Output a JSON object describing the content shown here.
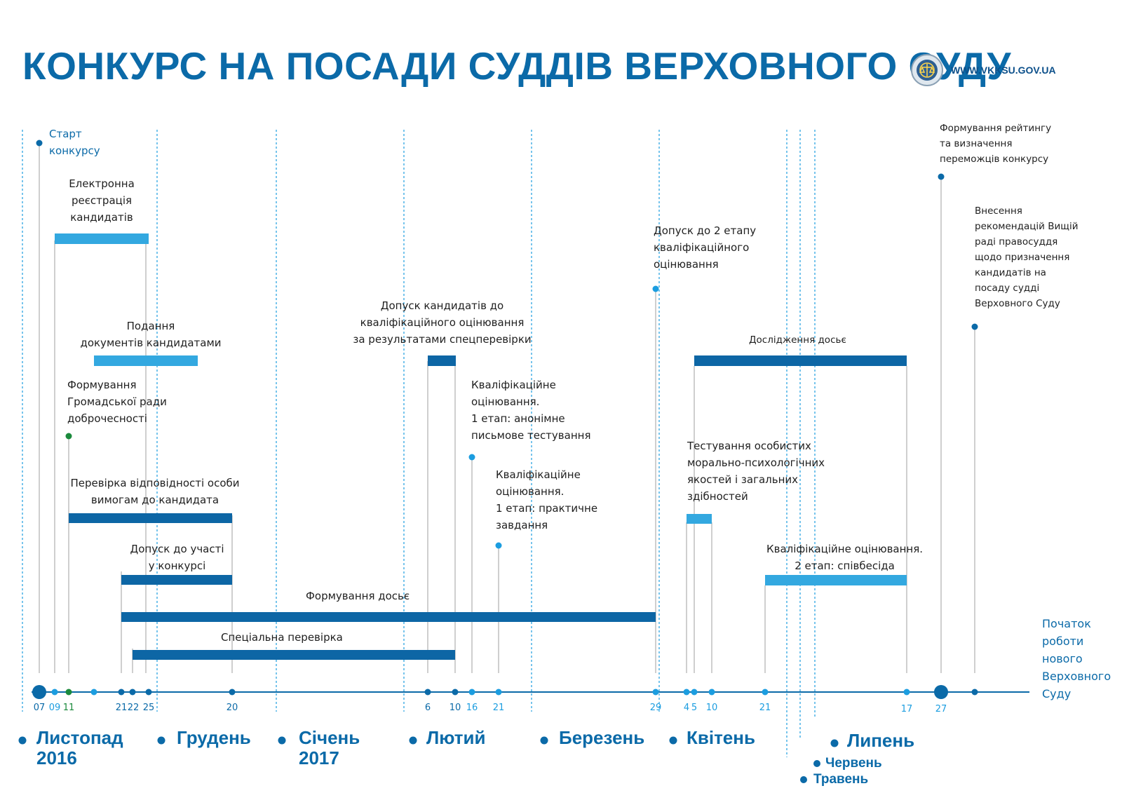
{
  "title": "КОНКУРС НА ПОСАДИ СУДДІВ ВЕРХОВНОГО СУДУ",
  "website": "WWW.VKKSU.GOV.UA",
  "colors": {
    "dark_blue": "#0b6aa8",
    "bar_dark": "#0d66a5",
    "bar_light": "#33a8e0",
    "light_blue": "#1b9de0",
    "green": "#1b8a3c",
    "grey_line": "#bfbfbf"
  },
  "months": [
    {
      "name": "Листопад",
      "year": "2016"
    },
    {
      "name": "Грудень",
      "year": ""
    },
    {
      "name": "Січень",
      "year": "2017"
    },
    {
      "name": "Лютий",
      "year": ""
    },
    {
      "name": "Березень",
      "year": ""
    },
    {
      "name": "Квітень",
      "year": ""
    },
    {
      "name": "Травень",
      "year": ""
    },
    {
      "name": "Червень",
      "year": ""
    },
    {
      "name": "Липень",
      "year": ""
    }
  ],
  "date_labels": [
    "07",
    "09",
    "11",
    "21",
    "22",
    "25",
    "20",
    "6",
    "10",
    "16",
    "21",
    "29",
    "4",
    "5",
    "10",
    "21",
    "17",
    "27"
  ],
  "events": {
    "start": "Старт\nконкурсу",
    "registration": "Електронна\nреєстрація\nкандидатів",
    "documents": "Подання\nдокументів кандидатами",
    "council": "Формування\nГромадської ради\nдоброчесності",
    "compliance": "Перевірка відповідності особи\nвимогам до кандидата",
    "admission": "Допуск до участі\nу конкурсі",
    "dossier_forming": "Формування досьє",
    "special_check": "Спеціальна перевірка",
    "admission_qual": "Допуск кандидатів до\nкваліфікаційного оцінювання\nза результатами спецперевірки",
    "anon_test": "Кваліфікаційне\nоцінювання.\n1 етап: анонімне\nписьмове тестування",
    "practical": "Кваліфікаційне\nоцінювання.\n1 етап: практичне\nзавдання",
    "stage2_admission": "Допуск до 2 етапу\nкваліфікаційного\nоцінювання",
    "dossier_study": "Дослідження досьє",
    "psych_test": "Тестування особистих\nморально-психологічних\nякостей і загальних\nздібностей",
    "interview": "Кваліфікаційне оцінювання.\n2 етап: співбесіда",
    "rating": "Формування рейтингу\nта визначення\nпереможців конкурсу",
    "recommendations": "Внесення\nрекомендацій Вищій\nраді правосуддя\nщодо призначення\nкандидатів на\nпосаду судді\nВерховного Суду",
    "new_court": "Початок\nроботи\nнового\nВерховного\nСуду"
  }
}
